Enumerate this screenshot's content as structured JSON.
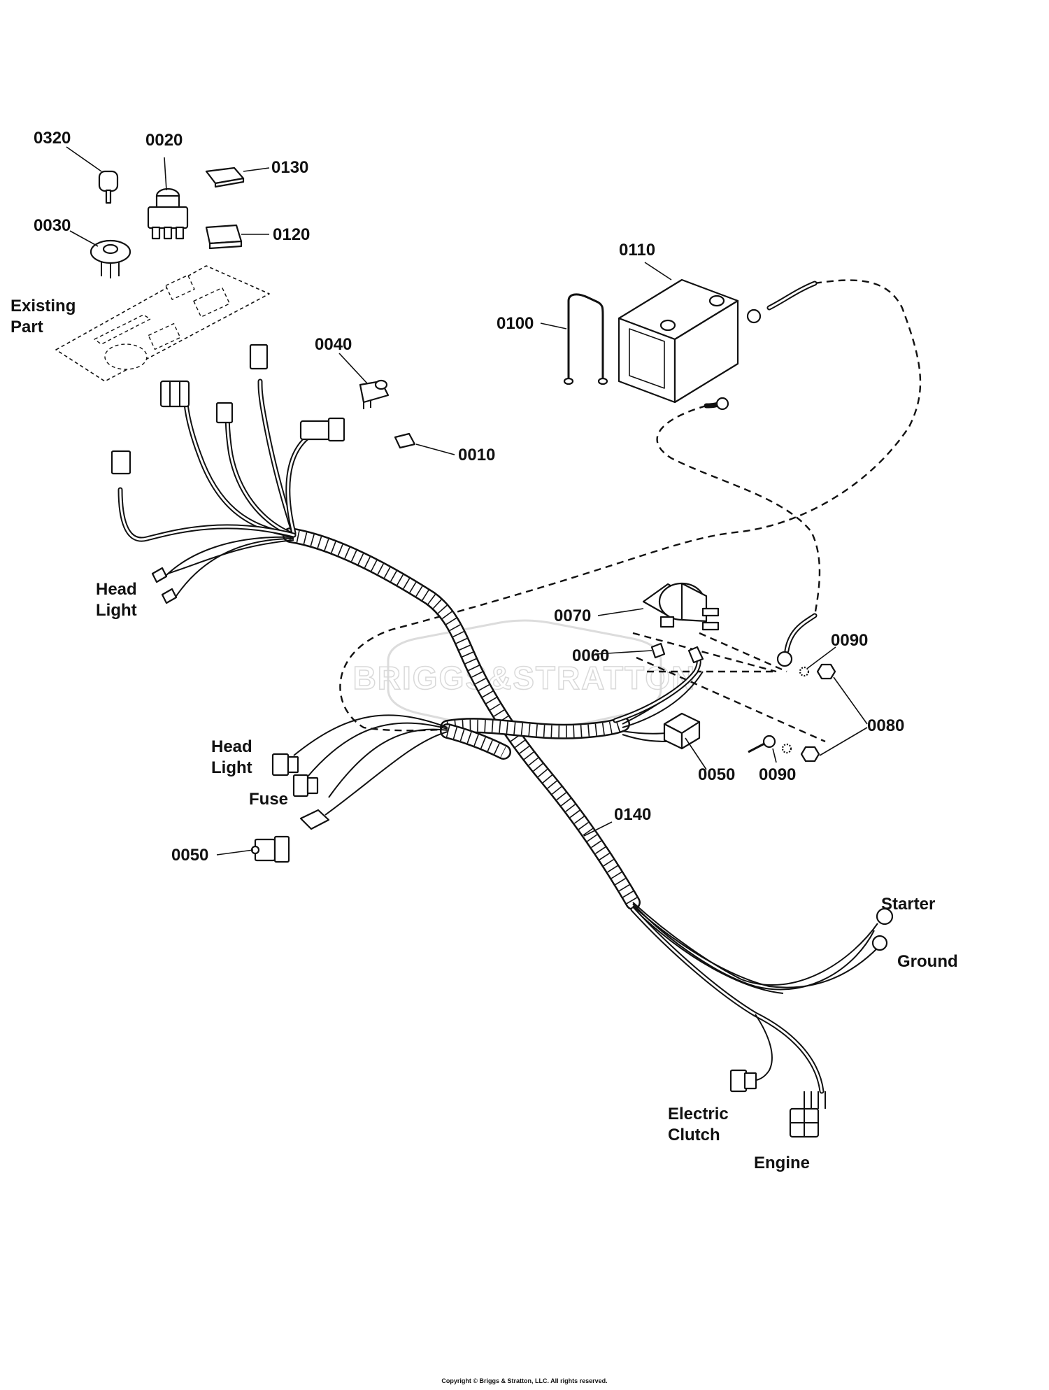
{
  "callouts": {
    "c0320": "0320",
    "c0020": "0020",
    "c0130": "0130",
    "c0030": "0030",
    "c0120": "0120",
    "c0110": "0110",
    "c0100": "0100",
    "c0040": "0040",
    "c0010": "0010",
    "c0070": "0070",
    "c0060": "0060",
    "c0090a": "0090",
    "c0080": "0080",
    "c0050a": "0050",
    "c0090b": "0090",
    "c0140": "0140",
    "c0050b": "0050"
  },
  "notes": {
    "existing_1": "Existing",
    "existing_2": "Part",
    "headlight_top_1": "Head",
    "headlight_top_2": "Light",
    "headlight_mid_1": "Head",
    "headlight_mid_2": "Light",
    "fuse": "Fuse",
    "starter": "Starter",
    "ground": "Ground",
    "clutch_1": "Electric",
    "clutch_2": "Clutch",
    "engine": "Engine"
  },
  "watermark": "BRIGGS&STRATTON",
  "copyright": "Copyright © Briggs & Stratton, LLC. All rights reserved."
}
